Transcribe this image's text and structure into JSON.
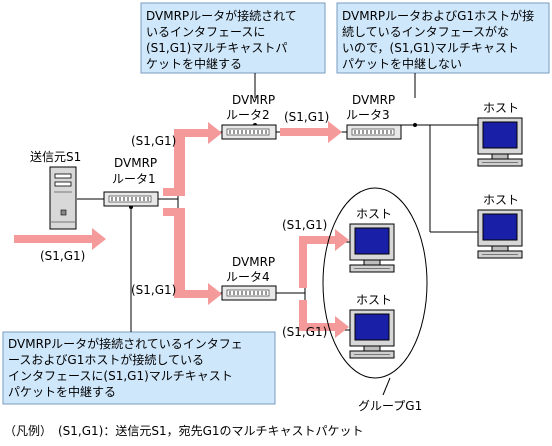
{
  "callouts": {
    "router2_note": [
      "DVMRPルータが接続されて",
      "いるインタフェースに",
      "(S1,G1)マルチキャストパ",
      "ケットを中継する"
    ],
    "router3_note": [
      "DVMRPルータおよびG1ホストが接",
      "続しているインタフェースがな",
      "いので，(S1,G1)マルチキャスト",
      "パケットを中継しない"
    ],
    "router4_note": [
      "DVMRPルータが接続されているインタフェ",
      "ースおよびG1ホストが接続している",
      "インタフェースに(S1,G1)マルチキャスト",
      "パケットを中継する"
    ]
  },
  "source": {
    "label": "送信元S1"
  },
  "routers": {
    "r1": {
      "line1": "DVMRP",
      "line2": "ルータ1"
    },
    "r2": {
      "line1": "DVMRP",
      "line2": "ルータ2"
    },
    "r3": {
      "line1": "DVMRP",
      "line2": "ルータ3"
    },
    "r4": {
      "line1": "DVMRP",
      "line2": "ルータ4"
    }
  },
  "hosts": {
    "h1": "ホスト",
    "h2": "ホスト",
    "h3": "ホスト",
    "h4": "ホスト"
  },
  "packet_labels": {
    "into_r1": "(S1,G1)",
    "r1_to_r2": "(S1,G1)",
    "r2_to_r3": "(S1,G1)",
    "r1_to_r4": "(S1,G1)",
    "r4_to_h3": "(S1,G1)",
    "r4_to_h4": "(S1,G1)"
  },
  "group_label": "グループG1",
  "legend": "（凡例）　(S1,G1)：送信元S1，宛先G1のマルチキャストパケット",
  "colors": {
    "arrow": "#f59a9a",
    "callout_fill": "#cfe7fb",
    "callout_border": "#7a9bbf",
    "screen": "#1a1fa8"
  }
}
